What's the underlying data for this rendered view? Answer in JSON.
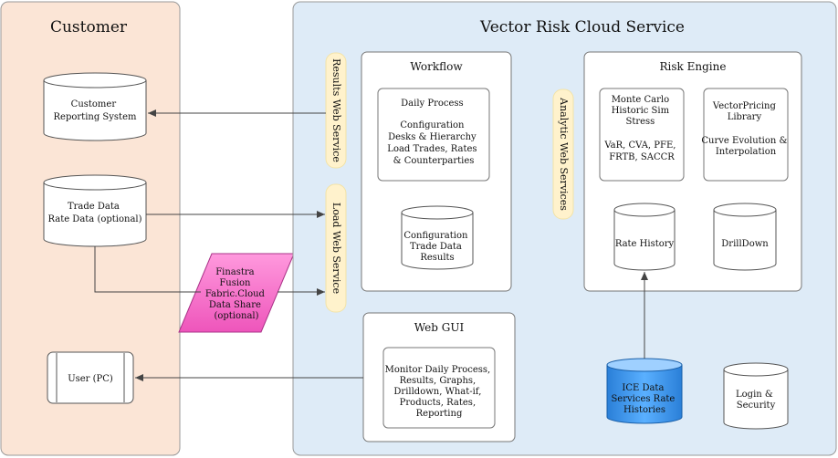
{
  "customer": {
    "title": "Customer",
    "reporting_system": [
      "Customer",
      "Reporting System"
    ],
    "trade_data": [
      "Trade Data",
      "Rate Data (optional)"
    ],
    "user_pc": "User (PC)"
  },
  "middle": {
    "finastra": [
      "Finastra",
      "Fusion",
      "Fabric.Cloud",
      "Data Share",
      "(optional)"
    ]
  },
  "service": {
    "title": "Vector Risk Cloud Service",
    "results_ws": "Results Web Service",
    "load_ws": "Load Web Service",
    "analytic_ws": "Analytic Web Services",
    "workflow": {
      "title": "Workflow",
      "daily_process": [
        "Daily Process",
        "",
        "Configuration",
        "Desks & Hierarchy",
        "Load Trades, Rates",
        "& Counterparties"
      ],
      "db": [
        "Configuration",
        "Trade Data",
        "Results"
      ]
    },
    "risk_engine": {
      "title": "Risk Engine",
      "monte_carlo": [
        "Monte Carlo",
        "Historic Sim",
        "Stress",
        "",
        "VaR, CVA, PFE,",
        "FRTB, SACCR"
      ],
      "vector_pricing": [
        "VectorPricing",
        "Library",
        "",
        "Curve Evolution &",
        "Interpolation"
      ],
      "rate_history": "Rate History",
      "drilldown": "DrillDown"
    },
    "web_gui": {
      "title": "Web GUI",
      "monitor": [
        "Monitor Daily Process,",
        "Results, Graphs,",
        "Drilldown, What-if,",
        "Products, Rates,",
        "Reporting"
      ]
    },
    "ice": [
      "ICE Data",
      "Services Rate",
      "Histories"
    ],
    "login": [
      "Login &",
      "Security"
    ]
  },
  "colors": {
    "customer_bg": "#fbe5d6",
    "service_bg": "#deebf7",
    "ws_bg": "#fff2cc",
    "finastra": "#ff66cc",
    "ice": "#1e90ff"
  }
}
